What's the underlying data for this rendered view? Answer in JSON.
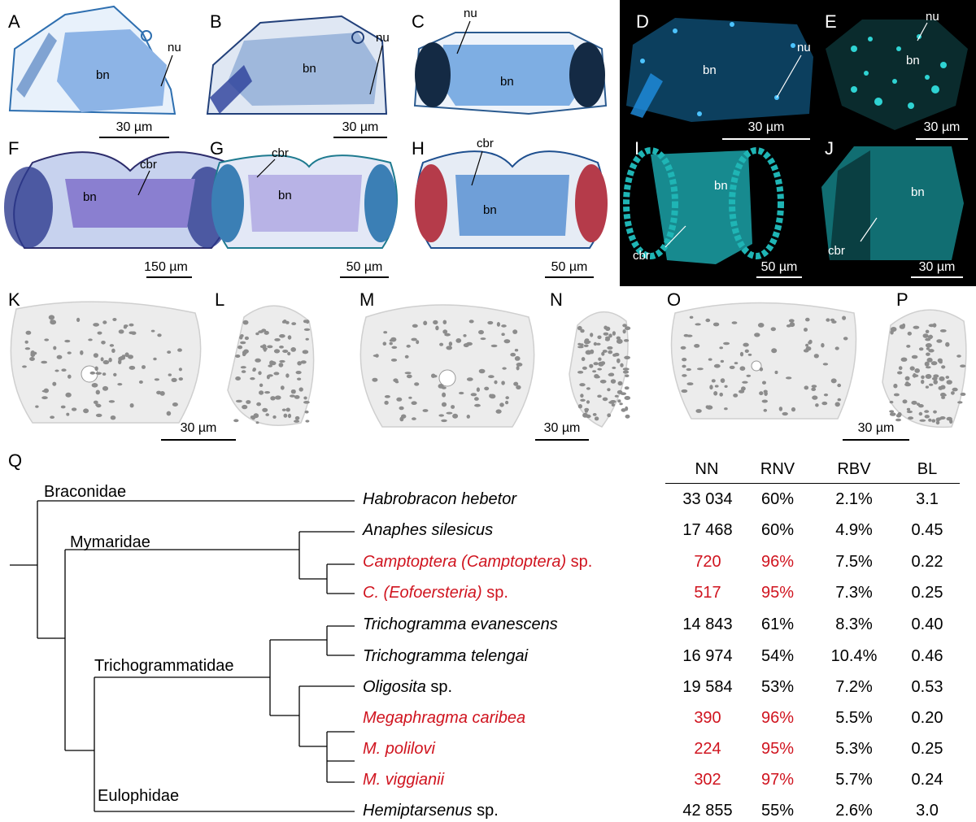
{
  "panels": {
    "A": {
      "letter": "A",
      "labels": [
        "bn",
        "nu"
      ],
      "scale": "30 µm"
    },
    "B": {
      "letter": "B",
      "labels": [
        "bn",
        "nu"
      ],
      "scale": "30 µm"
    },
    "C": {
      "letter": "C",
      "labels": [
        "bn",
        "nu"
      ]
    },
    "D": {
      "letter": "D",
      "labels": [
        "bn",
        "nu"
      ],
      "scale": "30 µm"
    },
    "E": {
      "letter": "E",
      "labels": [
        "bn",
        "nu"
      ],
      "scale": "30 µm"
    },
    "F": {
      "letter": "F",
      "labels": [
        "bn",
        "cbr"
      ],
      "scale": "150 µm"
    },
    "G": {
      "letter": "G",
      "labels": [
        "bn",
        "cbr"
      ],
      "scale": "50 µm"
    },
    "H": {
      "letter": "H",
      "labels": [
        "bn",
        "cbr"
      ],
      "scale": "50 µm"
    },
    "I": {
      "letter": "I",
      "labels": [
        "bn",
        "cbr"
      ],
      "scale": "50 µm"
    },
    "J": {
      "letter": "J",
      "labels": [
        "bn",
        "cbr"
      ],
      "scale": "30 µm"
    },
    "K": {
      "letter": "K",
      "scale": "30 µm"
    },
    "L": {
      "letter": "L"
    },
    "M": {
      "letter": "M",
      "scale": "30 µm"
    },
    "N": {
      "letter": "N"
    },
    "O": {
      "letter": "O",
      "scale": "30 µm"
    },
    "P": {
      "letter": "P"
    },
    "Q": {
      "letter": "Q"
    }
  },
  "tree": {
    "families": [
      "Braconidae",
      "Mymaridae",
      "Trichogrammatidae",
      "Eulophidae"
    ],
    "columns": [
      "NN",
      "RNV",
      "RBV",
      "BL"
    ],
    "rows": [
      {
        "species": "Habrobracon hebetor",
        "suffix": "",
        "highlight": false,
        "NN": "33 034",
        "RNV": "60%",
        "RBV": "2.1%",
        "BL": "3.1"
      },
      {
        "species": "Anaphes silesicus",
        "suffix": "",
        "highlight": false,
        "NN": "17 468",
        "RNV": "60%",
        "RBV": "4.9%",
        "BL": "0.45"
      },
      {
        "species": "Camptoptera (Camptoptera)",
        "suffix": " sp.",
        "highlight": true,
        "NN": "720",
        "RNV": "96%",
        "RBV": "7.5%",
        "BL": "0.22"
      },
      {
        "species": "C. (Eofoersteria)",
        "suffix": " sp.",
        "highlight": true,
        "NN": "517",
        "RNV": "95%",
        "RBV": "7.3%",
        "BL": "0.25"
      },
      {
        "species": "Trichogramma evanescens",
        "suffix": "",
        "highlight": false,
        "NN": "14 843",
        "RNV": "61%",
        "RBV": "8.3%",
        "BL": "0.40"
      },
      {
        "species": "Trichogramma telengai",
        "suffix": "",
        "highlight": false,
        "NN": "16 974",
        "RNV": "54%",
        "RBV": "10.4%",
        "BL": "0.46"
      },
      {
        "species": "Oligosita",
        "suffix": " sp.",
        "highlight": false,
        "NN": "19 584",
        "RNV": "53%",
        "RBV": "7.2%",
        "BL": "0.53"
      },
      {
        "species": "Megaphragma caribea",
        "suffix": "",
        "highlight": true,
        "NN": "390",
        "RNV": "96%",
        "RBV": "5.5%",
        "BL": "0.20"
      },
      {
        "species": "M. polilovi",
        "suffix": "",
        "highlight": true,
        "NN": "224",
        "RNV": "95%",
        "RBV": "5.3%",
        "BL": "0.25"
      },
      {
        "species": "M. viggianii",
        "suffix": "",
        "highlight": true,
        "NN": "302",
        "RNV": "97%",
        "RBV": "5.7%",
        "BL": "0.24"
      },
      {
        "species": "Hemiptarsenus",
        "suffix": " sp.",
        "highlight": false,
        "NN": "42 855",
        "RNV": "55%",
        "RBV": "2.6%",
        "BL": "3.0"
      }
    ]
  },
  "colors": {
    "highlight": "#d0141f",
    "stain_blue": "#7aa7dd",
    "fluor_cyan": "#1fb5b5"
  }
}
